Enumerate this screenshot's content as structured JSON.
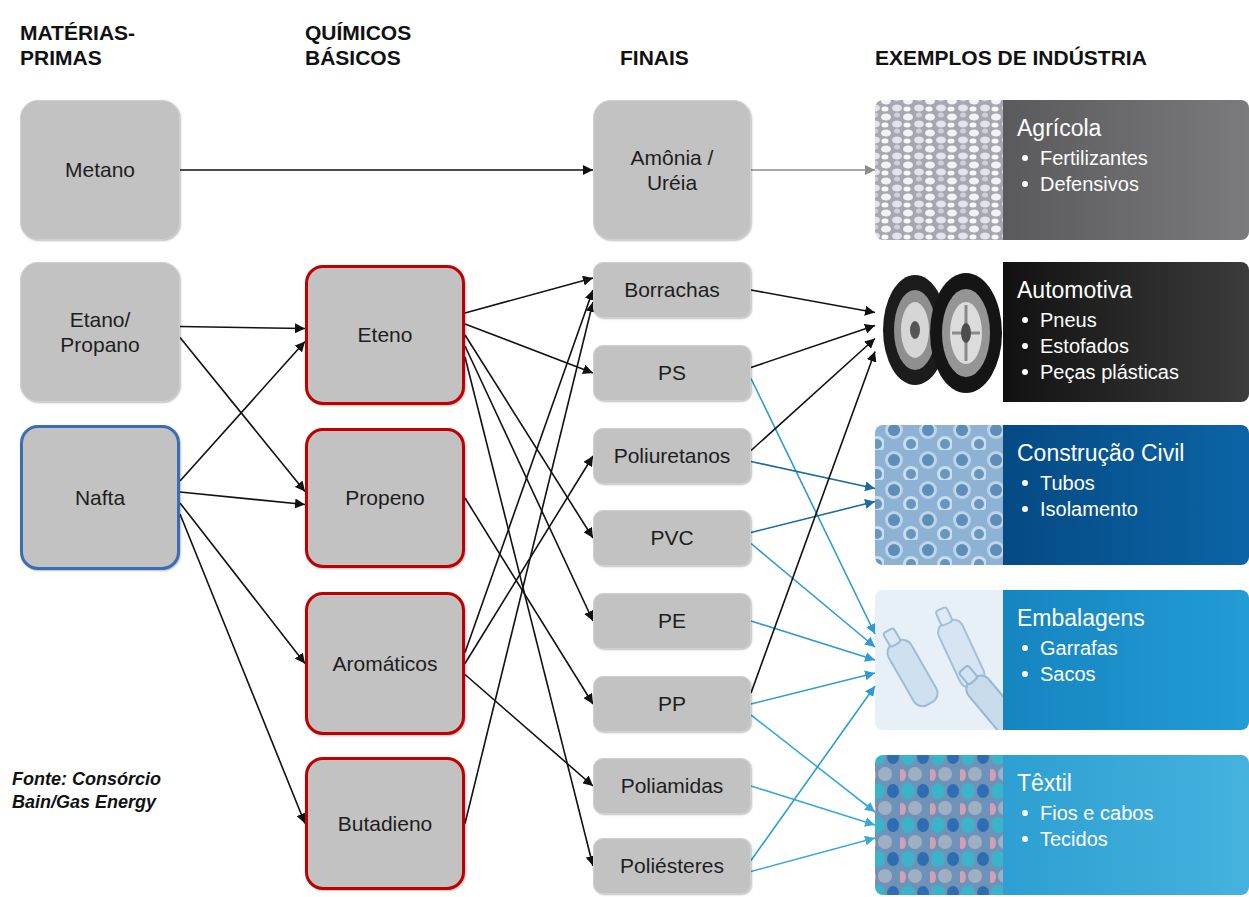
{
  "diagram": {
    "nodes": [
      {
        "text": [
          "Metano"
        ]
      },
      {
        "text": [
          "Etano/ Propano"
        ]
      },
      {
        "text": [
          "Nafta"
        ]
      },
      {
        "text": [
          "Eteno"
        ]
      },
      {
        "text": [
          "Propeno"
        ]
      },
      {
        "text": [
          "Aromáticos"
        ]
      },
      {
        "text": [
          "Butadieno"
        ]
      },
      {
        "text": [
          "Amônia / Uréia"
        ]
      },
      {
        "text": [
          "Borrachas"
        ]
      },
      {
        "text": [
          "PS"
        ]
      },
      {
        "text": [
          "Poliuretanos"
        ]
      },
      {
        "text": [
          "PVC"
        ]
      },
      {
        "text": [
          "PE"
        ]
      },
      {
        "text": [
          "PP"
        ]
      },
      {
        "text": [
          "Poliamidas"
        ]
      },
      {
        "text": [
          "Poliésteres"
        ]
      },
      {
        "text": [
          "Agrícola",
          "Fertilizantes",
          "Defensivos"
        ]
      },
      {
        "text": [
          "Automotiva",
          "Pneus",
          "Estofados",
          "Peças plásticas"
        ]
      },
      {
        "text": [
          "Construção Civil",
          "Tubos",
          "Isolamento"
        ]
      },
      {
        "text": [
          "Embalagens",
          "Garrafas",
          "Sacos"
        ]
      },
      {
        "text": [
          "Têxtil",
          "Fios e cabos",
          "Tecidos"
        ]
      }
    ],
    "edges": [
      {
        "from": 0,
        "to": 7,
        "arrow": "to"
      },
      {
        "from": 7,
        "to": 16,
        "arrow": "to"
      },
      {
        "from": 1,
        "to": 3,
        "arrow": "to"
      },
      {
        "from": 1,
        "to": 4,
        "arrow": "to"
      },
      {
        "from": 2,
        "to": 3,
        "arrow": "to"
      },
      {
        "from": 2,
        "to": 4,
        "arrow": "to"
      },
      {
        "from": 2,
        "to": 5,
        "arrow": "to"
      },
      {
        "from": 2,
        "to": 6,
        "arrow": "to"
      },
      {
        "from": 3,
        "to": 8,
        "arrow": "to"
      },
      {
        "from": 3,
        "to": 9,
        "arrow": "to"
      },
      {
        "from": 3,
        "to": 11,
        "arrow": "to"
      },
      {
        "from": 3,
        "to": 12,
        "arrow": "to"
      },
      {
        "from": 3,
        "to": 15,
        "arrow": "to"
      },
      {
        "from": 4,
        "to": 13,
        "arrow": "to"
      },
      {
        "from": 5,
        "to": 8,
        "arrow": "to"
      },
      {
        "from": 5,
        "to": 10,
        "arrow": "to"
      },
      {
        "from": 5,
        "to": 14,
        "arrow": "to"
      },
      {
        "from": 6,
        "to": 8,
        "arrow": "to"
      },
      {
        "from": 8,
        "to": 17,
        "arrow": "to"
      },
      {
        "from": 9,
        "to": 17,
        "arrow": "to"
      },
      {
        "from": 9,
        "to": 19,
        "arrow": "to"
      },
      {
        "from": 10,
        "to": 17,
        "arrow": "to"
      },
      {
        "from": 10,
        "to": 18,
        "arrow": "to"
      },
      {
        "from": 11,
        "to": 18,
        "arrow": "to"
      },
      {
        "from": 11,
        "to": 19,
        "arrow": "to"
      },
      {
        "from": 12,
        "to": 19,
        "arrow": "to"
      },
      {
        "from": 13,
        "to": 17,
        "arrow": "to"
      },
      {
        "from": 13,
        "to": 19,
        "arrow": "to"
      },
      {
        "from": 13,
        "to": 20,
        "arrow": "to"
      },
      {
        "from": 14,
        "to": 20,
        "arrow": "to"
      },
      {
        "from": 15,
        "to": 20,
        "arrow": "to"
      },
      {
        "from": 15,
        "to": 19,
        "arrow": "to"
      }
    ],
    "labels": [
      "MATÉRIAS-PRIMAS",
      "QUÍMICOS BÁSICOS",
      "FINAIS",
      "EXEMPLOS DE INDÚSTRIA",
      "Fonte: Consórcio Bain/Gas Energy"
    ]
  }
}
